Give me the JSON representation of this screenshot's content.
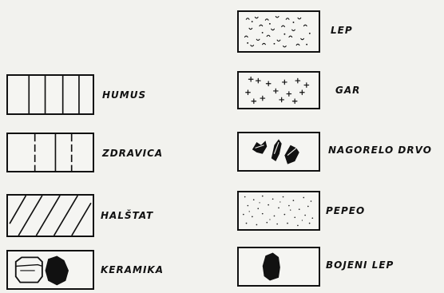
{
  "legend": {
    "lep": "LEP",
    "humus": "HUMUS",
    "gar": "GAR",
    "zdravica": "ZDRAVICA",
    "nagorelo_drvo": "NAGORELO DRVO",
    "halstat": "HALŠTAT",
    "pepeo": "PEPEO",
    "keramika": "KERAMIKA",
    "bojeni_lep": "BOJENI LEP"
  },
  "colors": {
    "ink": "#111111",
    "paper": "#f5f5f2"
  }
}
